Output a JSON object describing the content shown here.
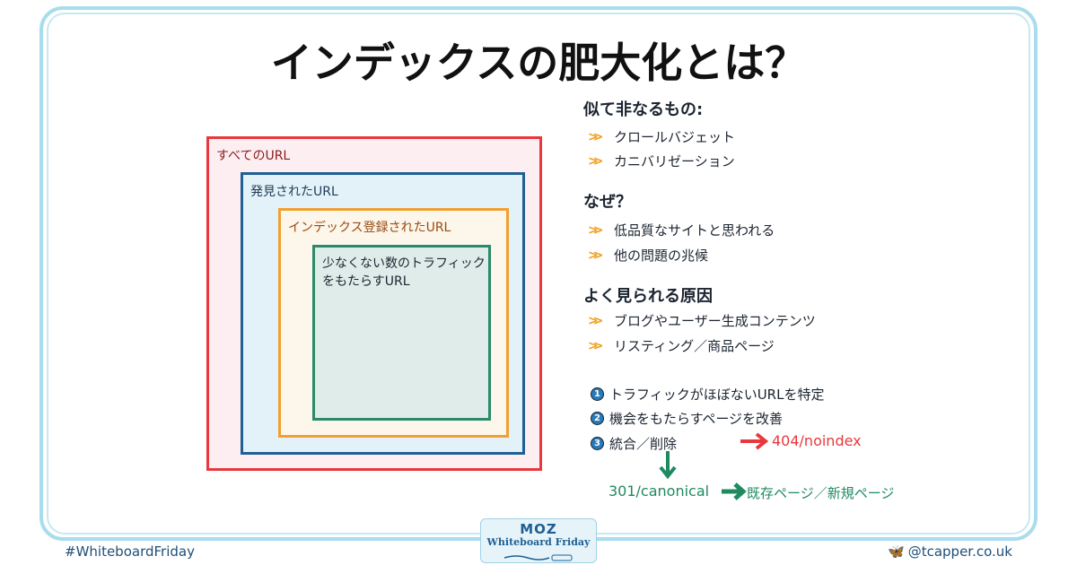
{
  "title": "インデックスの肥大化とは？",
  "diagram": {
    "all": "すべてのURL",
    "discovered": "発見されたURL",
    "indexed": "インデックス登録されたURL",
    "traffic": "少なくない数のトラフィックをもたらすURL"
  },
  "sections": [
    {
      "heading": "似て非なるもの:",
      "items": [
        "クロールバジェット",
        "カニバリゼーション"
      ]
    },
    {
      "heading": "なぜ？",
      "items": [
        "低品質なサイトと思われる",
        "他の問題の兆候"
      ]
    },
    {
      "heading": "よく見られる原因",
      "items": [
        "ブログやユーザー生成コンテンツ",
        "リスティング／商品ページ"
      ]
    }
  ],
  "steps": [
    {
      "num": "1",
      "text": "トラフィックがほぼないURLを特定"
    },
    {
      "num": "2",
      "text": "機会をもたらすページを改善"
    },
    {
      "num": "3",
      "text": "統合／削除"
    }
  ],
  "outcome_red": "404/noindex",
  "outcome_green": "301/canonical",
  "outcome_green_target": "既存ページ／新規ページ",
  "footer": {
    "hashtag": "#WhiteboardFriday",
    "handle": "@tcapper.co.uk",
    "logo_brand": "MOZ",
    "logo_text": "Whiteboard Friday"
  },
  "colors": {
    "red": "#e8383d",
    "green": "#1f8a60",
    "blue": "#1f5f93",
    "orange": "#f0a030"
  }
}
